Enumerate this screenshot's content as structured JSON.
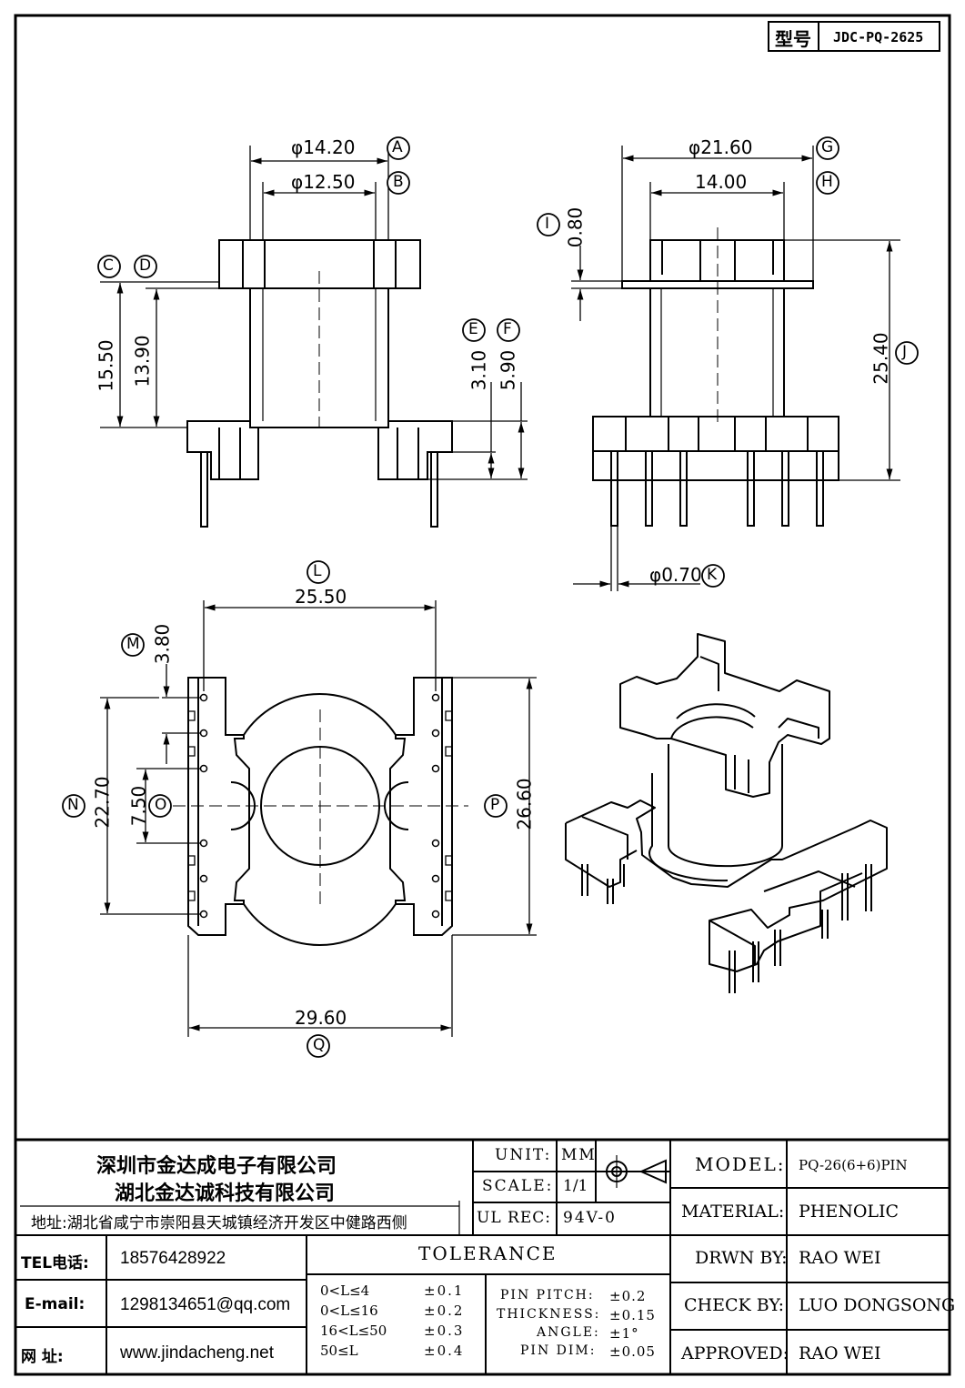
{
  "header": {
    "model_no_label": "型号",
    "model_no_value": "JDC-PQ-2625"
  },
  "dimensions": {
    "A": {
      "letter": "A",
      "value": "φ14.20"
    },
    "B": {
      "letter": "B",
      "value": "φ12.50"
    },
    "C": {
      "letter": "C",
      "value": "15.50"
    },
    "D": {
      "letter": "D",
      "value": "13.90"
    },
    "E": {
      "letter": "E",
      "value": "3.10"
    },
    "F": {
      "letter": "F",
      "value": "5.90"
    },
    "G": {
      "letter": "G",
      "value": "φ21.60"
    },
    "H": {
      "letter": "H",
      "value": "14.00"
    },
    "I": {
      "letter": "I",
      "value": "0.80"
    },
    "J": {
      "letter": "J",
      "value": "25.40"
    },
    "K": {
      "letter": "K",
      "value": "φ0.70"
    },
    "L": {
      "letter": "L",
      "value": "25.50"
    },
    "M": {
      "letter": "M",
      "value": "3.80"
    },
    "N": {
      "letter": "N",
      "value": "22.70"
    },
    "O": {
      "letter": "O",
      "value": "7.50"
    },
    "P": {
      "letter": "P",
      "value": "26.60"
    },
    "Q": {
      "letter": "Q",
      "value": "29.60"
    }
  },
  "title_block": {
    "company_1": "深圳市金达成电子有限公司",
    "company_2": "湖北金达诚科技有限公司",
    "address": "地址:湖北省咸宁市崇阳县天城镇经济开发区中健路西侧",
    "tel_label": "TEL电话:",
    "tel_value": "18576428922",
    "email_label": "E-mail:",
    "email_value": "1298134651@qq.com",
    "web_label": "网    址:",
    "web_value": "www.jindacheng.net",
    "unit_label": "UNIT:",
    "unit_value": "MM",
    "scale_label": "SCALE:",
    "scale_value": "1/1",
    "ulrec_label": "UL REC:",
    "ulrec_value": "94V-0",
    "tolerance_title": "TOLERANCE",
    "tolerance_rows": [
      {
        "range": "0<L≤4",
        "tol": "±0.1"
      },
      {
        "range": "0<L≤16",
        "tol": "±0.2"
      },
      {
        "range": "16<L≤50",
        "tol": "±0.3"
      },
      {
        "range": "50≤L",
        "tol": "±0.4"
      }
    ],
    "pin_rows": [
      {
        "label": "PIN PITCH:",
        "tol": "±0.2"
      },
      {
        "label": "THICKNESS:",
        "tol": "±0.15"
      },
      {
        "label": "ANGLE:",
        "tol": "±1°"
      },
      {
        "label": "PIN DIM:",
        "tol": "±0.05"
      }
    ],
    "model_label": "MODEL:",
    "model_value": "PQ-26(6+6)PIN",
    "material_label": "MATERIAL:",
    "material_value": "PHENOLIC",
    "drawn_label": "DRWN BY:",
    "drawn_value": "RAO WEI",
    "check_label": "CHECK BY:",
    "check_value": "LUO DONGSONG",
    "approved_label": "APPROVED:",
    "approved_value": "RAO WEI"
  }
}
